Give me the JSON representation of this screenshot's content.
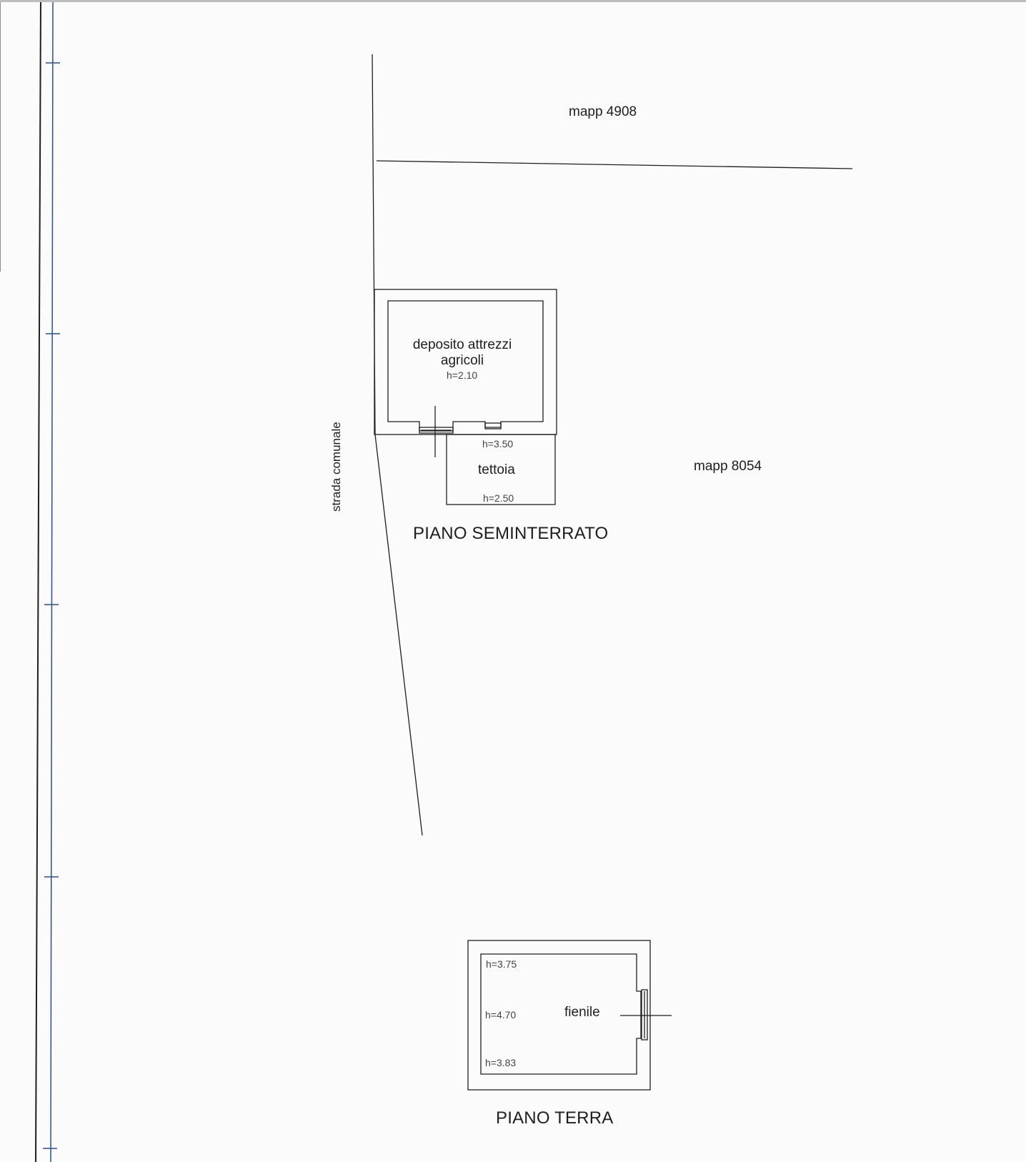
{
  "parcels": {
    "north": "mapp 4908",
    "east": "mapp 8054"
  },
  "street": "strada comunale",
  "basement": {
    "title": "PIANO SEMINTERRATO",
    "room_line1": "deposito attrezzi",
    "room_line2": "agricoli",
    "room_height": "h=2.10",
    "canopy": "tettoia",
    "canopy_height_top": "h=3.50",
    "canopy_height_bottom": "h=2.50"
  },
  "ground": {
    "title": "PIANO TERRA",
    "room": "fienile",
    "height_top": "h=3.75",
    "height_mid": "h=4.70",
    "height_bottom": "h=3.83"
  },
  "colors": {
    "ink": "#1e1e1e",
    "margin_line": "#2a4f8a",
    "paper": "#fbfbfb"
  }
}
